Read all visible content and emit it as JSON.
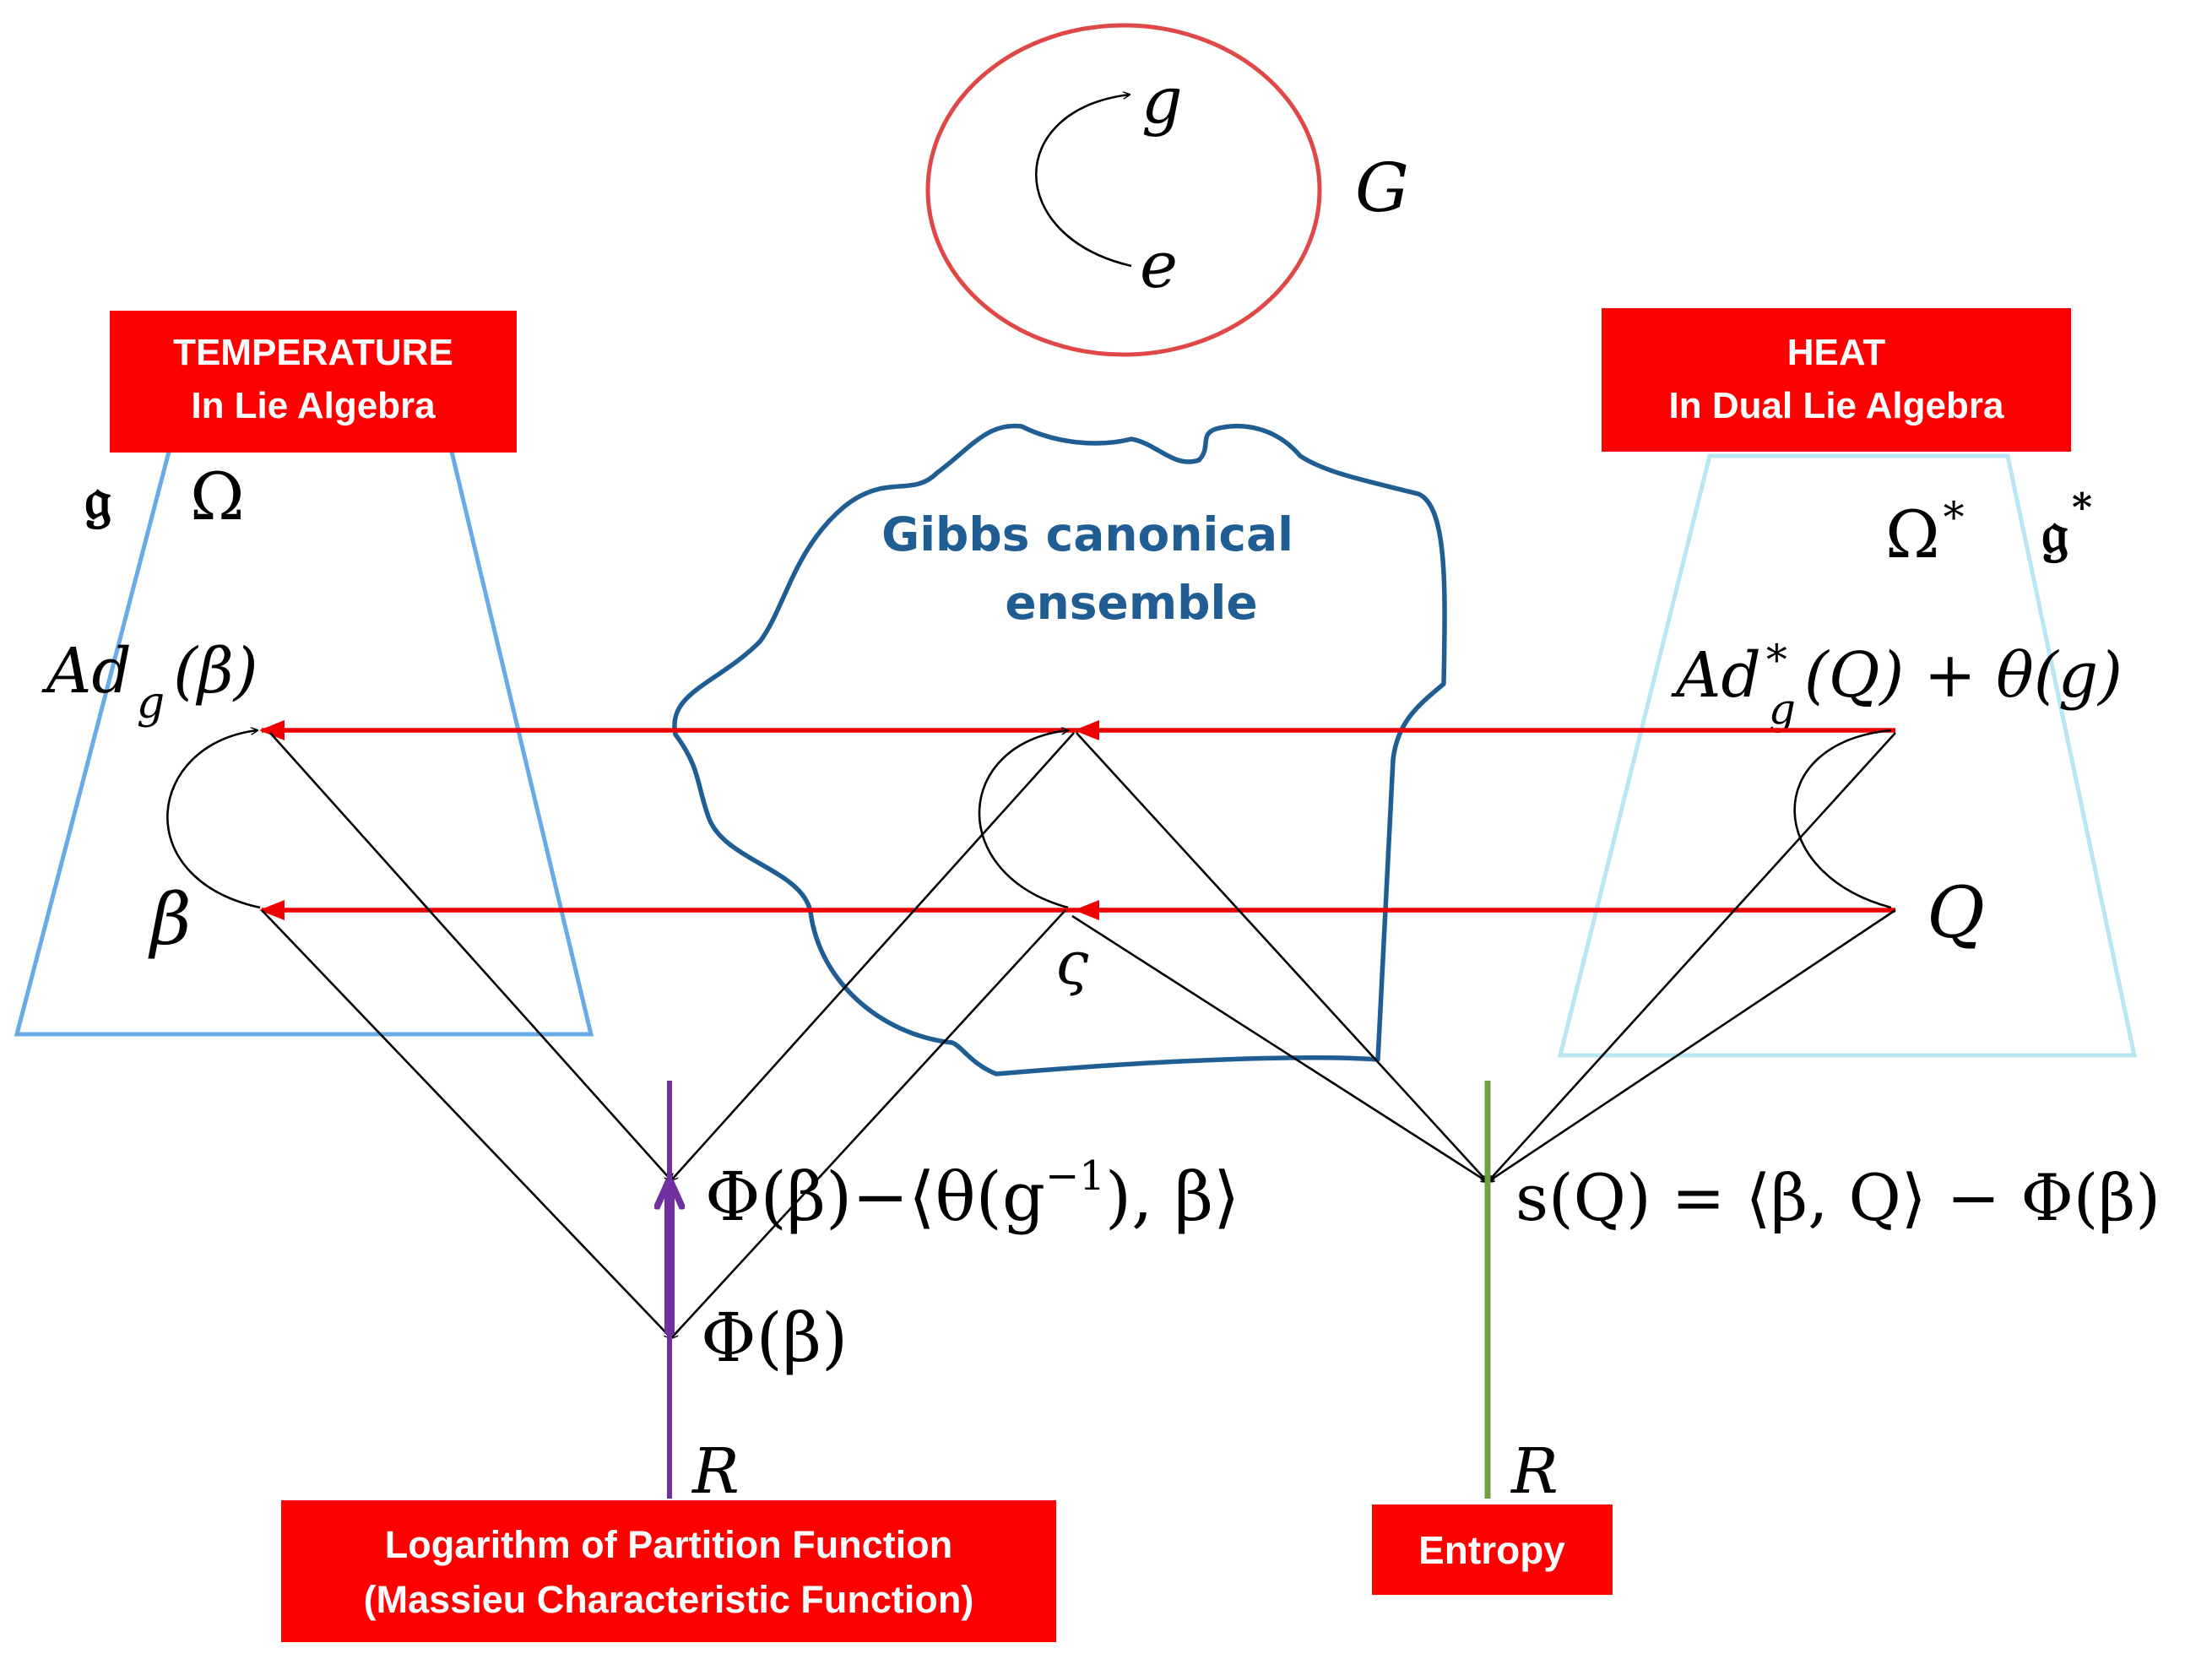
{
  "colors": {
    "red": "#ee0000",
    "box_red": "#ff0000",
    "circle": "#e04848",
    "cloud": "#1f5d93",
    "trap_left": "#6aaae6",
    "trap_right": "#b8e6f2",
    "purple": "#7030a0",
    "green": "#70a040"
  },
  "group": {
    "g": "g",
    "e": "e",
    "G": "G"
  },
  "boxes": {
    "temperature_line1": "TEMPERATURE",
    "temperature_line2": "In Lie Algebra",
    "heat_line1": "HEAT",
    "heat_line2": "In Dual Lie Algebra",
    "partition_line1": "Logarithm of Partition Function",
    "partition_line2": "(Massieu Characteristic Function)",
    "entropy": "Entropy"
  },
  "cloud": {
    "line1": "Gibbs canonical",
    "line2": "ensemble"
  },
  "left_space": {
    "frak_g": "𝔤",
    "omega": "Ω",
    "ad_base": "Ad",
    "ad_sub": "g",
    "ad_arg": "(β)",
    "beta": "β"
  },
  "right_space": {
    "omega_star": "Ω",
    "star": "*",
    "frak_g": "𝔤",
    "frak_star": "*",
    "ad_base": "Ad",
    "ad_sup": "*",
    "ad_sub": "g",
    "ad_arg": "(Q) + θ(g)",
    "Q": "Q"
  },
  "center": {
    "zeta": "ς"
  },
  "lower": {
    "phi_shift_main": "Φ(β)−⟨θ(g",
    "phi_shift_sup": "−1",
    "phi_shift_end": "), β⟩",
    "phi": "Φ(β)",
    "R_left": "R",
    "entropy_formula": "s(Q) = ⟨β, Q⟩ − Φ(β)",
    "R_right": "R"
  }
}
